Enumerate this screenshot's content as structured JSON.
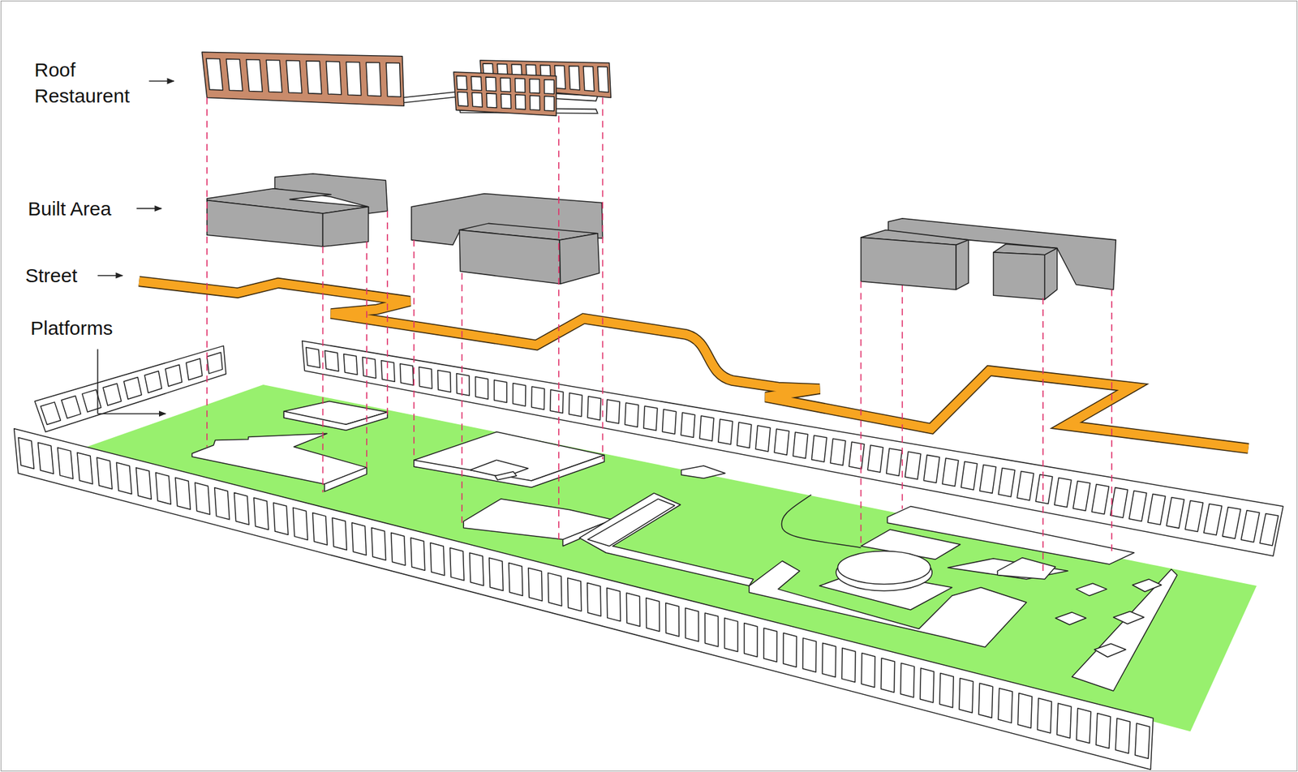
{
  "diagram": {
    "labels": [
      "Roof Restaurent",
      "Built Area",
      "Street",
      "Platforms"
    ]
  }
}
